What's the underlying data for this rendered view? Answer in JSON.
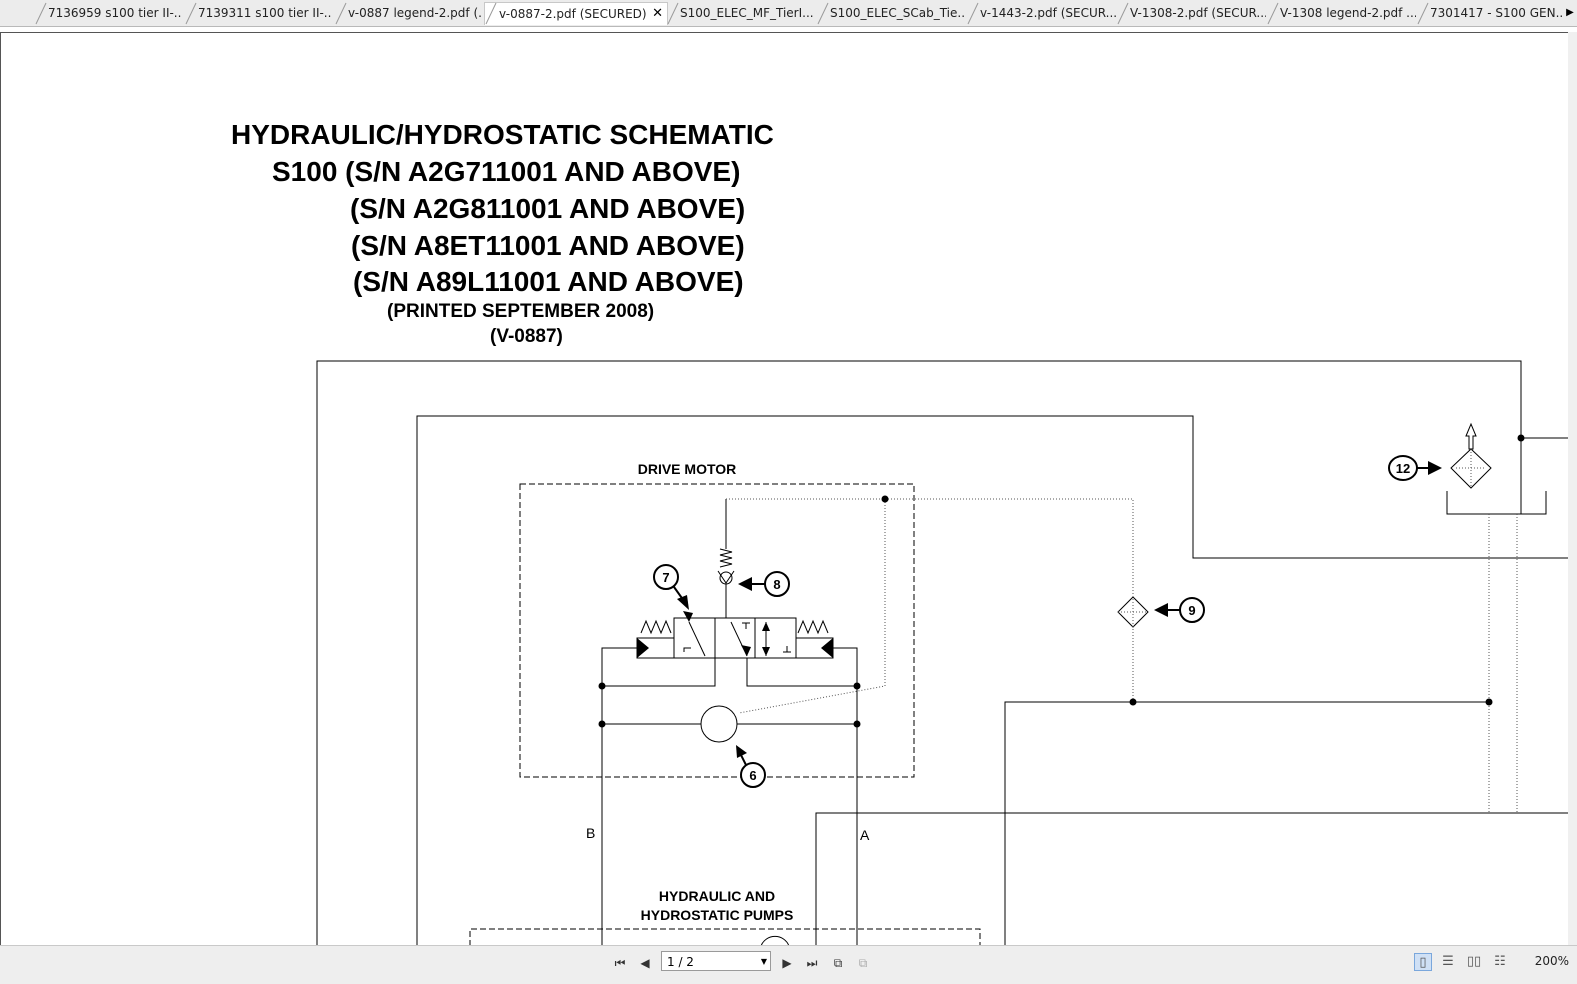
{
  "tabs": [
    {
      "label": "7136959 s100 tier II-...",
      "active": false
    },
    {
      "label": "7139311 s100 tier II-...",
      "active": false
    },
    {
      "label": "v-0887 legend-2.pdf (...",
      "active": false
    },
    {
      "label": "v-0887-2.pdf (SECURED)",
      "active": true
    },
    {
      "label": "S100_ELEC_MF_TierI...",
      "active": false
    },
    {
      "label": "S100_ELEC_SCab_Tie...",
      "active": false
    },
    {
      "label": "v-1443-2.pdf (SECUR...",
      "active": false
    },
    {
      "label": "V-1308-2.pdf (SECUR...",
      "active": false
    },
    {
      "label": "V-1308 legend-2.pdf ...",
      "active": false
    },
    {
      "label": "7301417 - S100 GEN...",
      "active": false
    }
  ],
  "document": {
    "title_lines": [
      "HYDRAULIC/HYDROSTATIC SCHEMATIC",
      "S100 (S/N A2G711001 AND ABOVE)",
      "(S/N A2G811001 AND ABOVE)",
      "(S/N A8ET11001 AND ABOVE)",
      "(S/N A89L11001 AND ABOVE)"
    ],
    "printed": "(PRINTED SEPTEMBER 2008)",
    "doc_number": "(V-0887)",
    "labels": {
      "drive_motor": "DRIVE MOTOR",
      "pumps_line1": "HYDRAULIC AND",
      "pumps_line2": "HYDROSTATIC PUMPS",
      "port_b": "B",
      "port_a": "A"
    },
    "callouts": [
      "7",
      "8",
      "6",
      "9",
      "12"
    ]
  },
  "statusbar": {
    "page_indicator": "1 / 2",
    "zoom": "200%"
  }
}
